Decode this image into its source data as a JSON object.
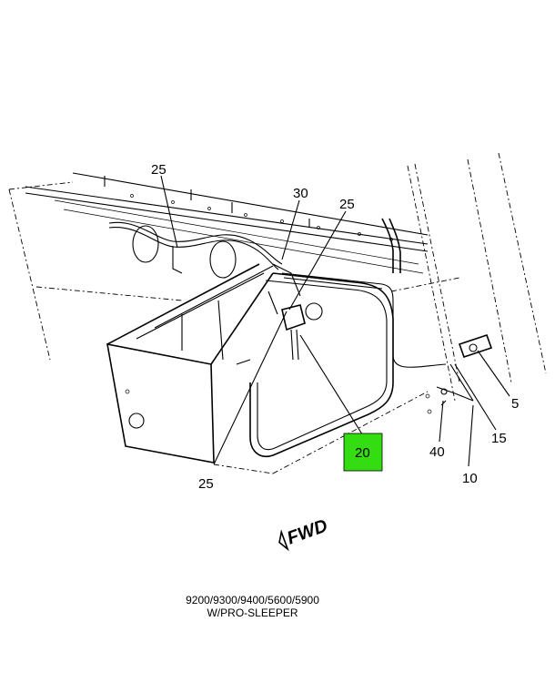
{
  "callouts": {
    "c25_top": "25",
    "c30": "30",
    "c25_mid": "25",
    "c25_bottom": "25",
    "c20": "20",
    "c5": "5",
    "c15": "15",
    "c40": "40",
    "c10": "10"
  },
  "highlight": {
    "label": "20",
    "color": "#33dd11"
  },
  "direction_marker": "FWD",
  "caption": {
    "models": "9200/9300/9400/5600/5900",
    "variant": "W/PRO-SLEEPER"
  }
}
